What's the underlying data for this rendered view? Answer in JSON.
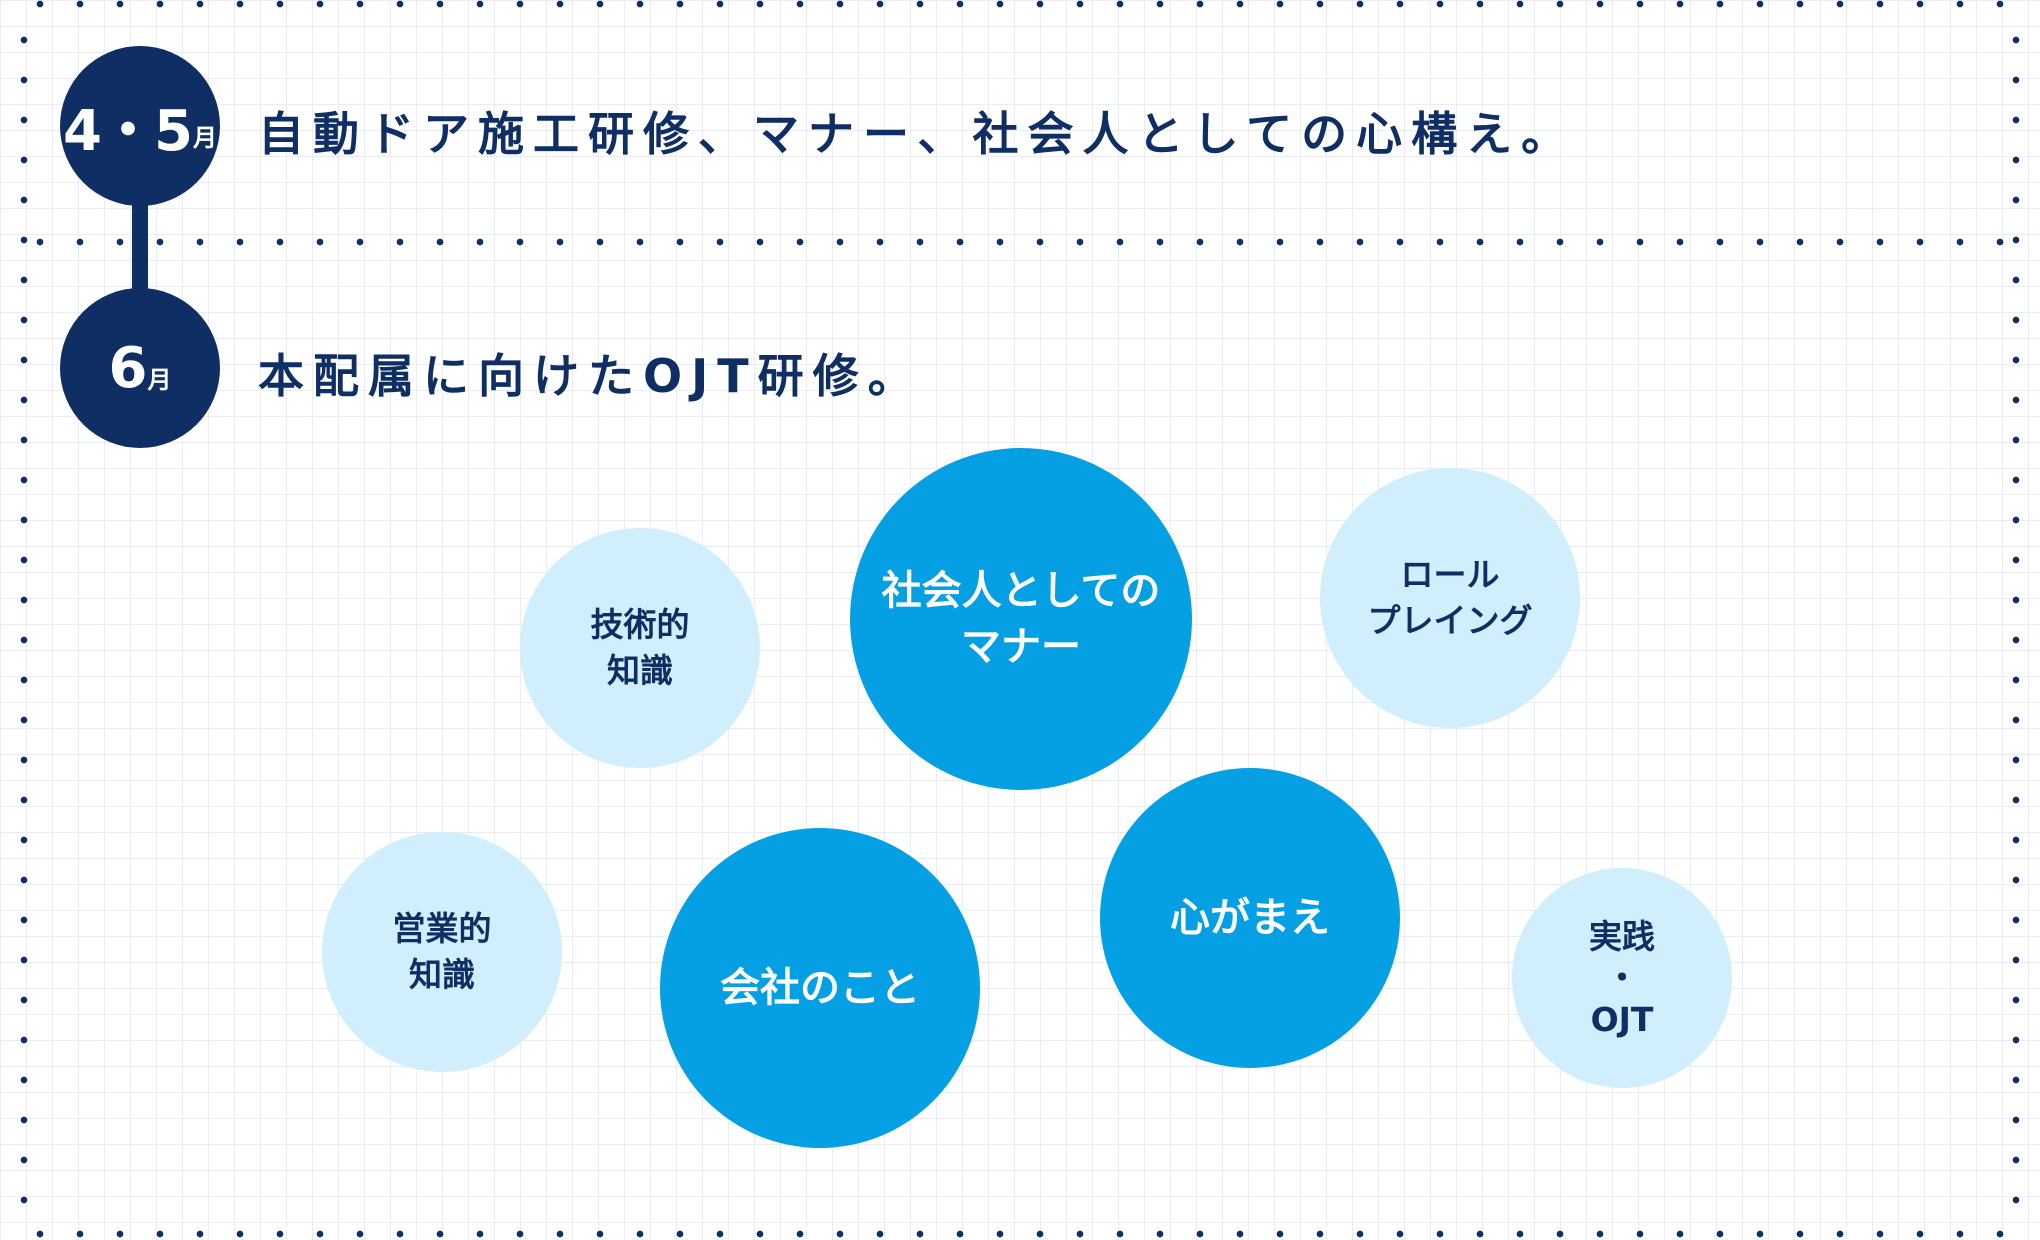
{
  "timeline": [
    {
      "badge_number": "4・5",
      "badge_unit": "月",
      "text": "自動ドア施工研修、マナー、社会人としての心構え。"
    },
    {
      "badge_number": "6",
      "badge_unit": "月",
      "text": "本配属に向けたOJT研修。"
    }
  ],
  "bubbles": {
    "technical": "技術的\n知識",
    "manners": "社会人としての\nマナー",
    "roleplay": "ロール\nプレイング",
    "sales": "営業的\n知識",
    "company": "会社のこと",
    "mindset": "心がまえ",
    "practice": "実践\n・\nOJT"
  },
  "colors": {
    "navy": "#0f2e63",
    "bubble_dark": "#04a0e3",
    "bubble_light": "#d0eefb"
  }
}
